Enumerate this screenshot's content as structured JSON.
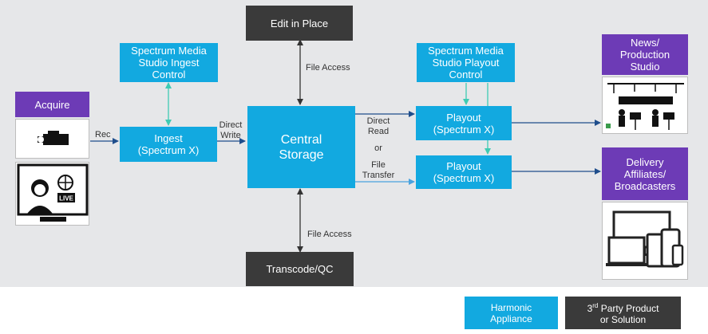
{
  "nodes": {
    "edit_in_place": "Edit in Place",
    "ingest_control": "Spectrum Media\nStudio Ingest\nControl",
    "playout_control": "Spectrum Media\nStudio Playout\nControl",
    "acquire": "Acquire",
    "ingest": "Ingest\n(Spectrum X)",
    "central_storage": "Central\nStorage",
    "playout_1": "Playout\n(Spectrum X)",
    "playout_2": "Playout\n(Spectrum X)",
    "news_studio": "News/\nProduction\nStudio",
    "delivery": "Delivery\nAffiliates/\nBroadcasters",
    "transcode": "Transcode/QC"
  },
  "labels": {
    "rec": "Rec",
    "direct_write": "Direct\nWrite",
    "file_access_top": "File Access",
    "file_access_bottom": "File Access",
    "direct_read": "Direct\nRead",
    "or": "or",
    "file_transfer": "File\nTransfer"
  },
  "legend": {
    "harmonic": "Harmonic\nAppliance",
    "third_party_prefix": "3",
    "third_party_sup": "rd",
    "third_party_rest": " Party Product\nor Solution"
  },
  "icons": {
    "camera": "camera-icon",
    "live_broadcaster": "live-broadcaster-icon",
    "studio": "studio-crew-icon",
    "devices": "devices-icon"
  },
  "colors": {
    "harmonic": "#12a9e0",
    "third_party": "#3a3a3a",
    "endpoint": "#6d3bb6",
    "control_arrow": "#3fcbb3",
    "data_arrow": "#1f4e8c",
    "background": "#e6e7e9"
  }
}
